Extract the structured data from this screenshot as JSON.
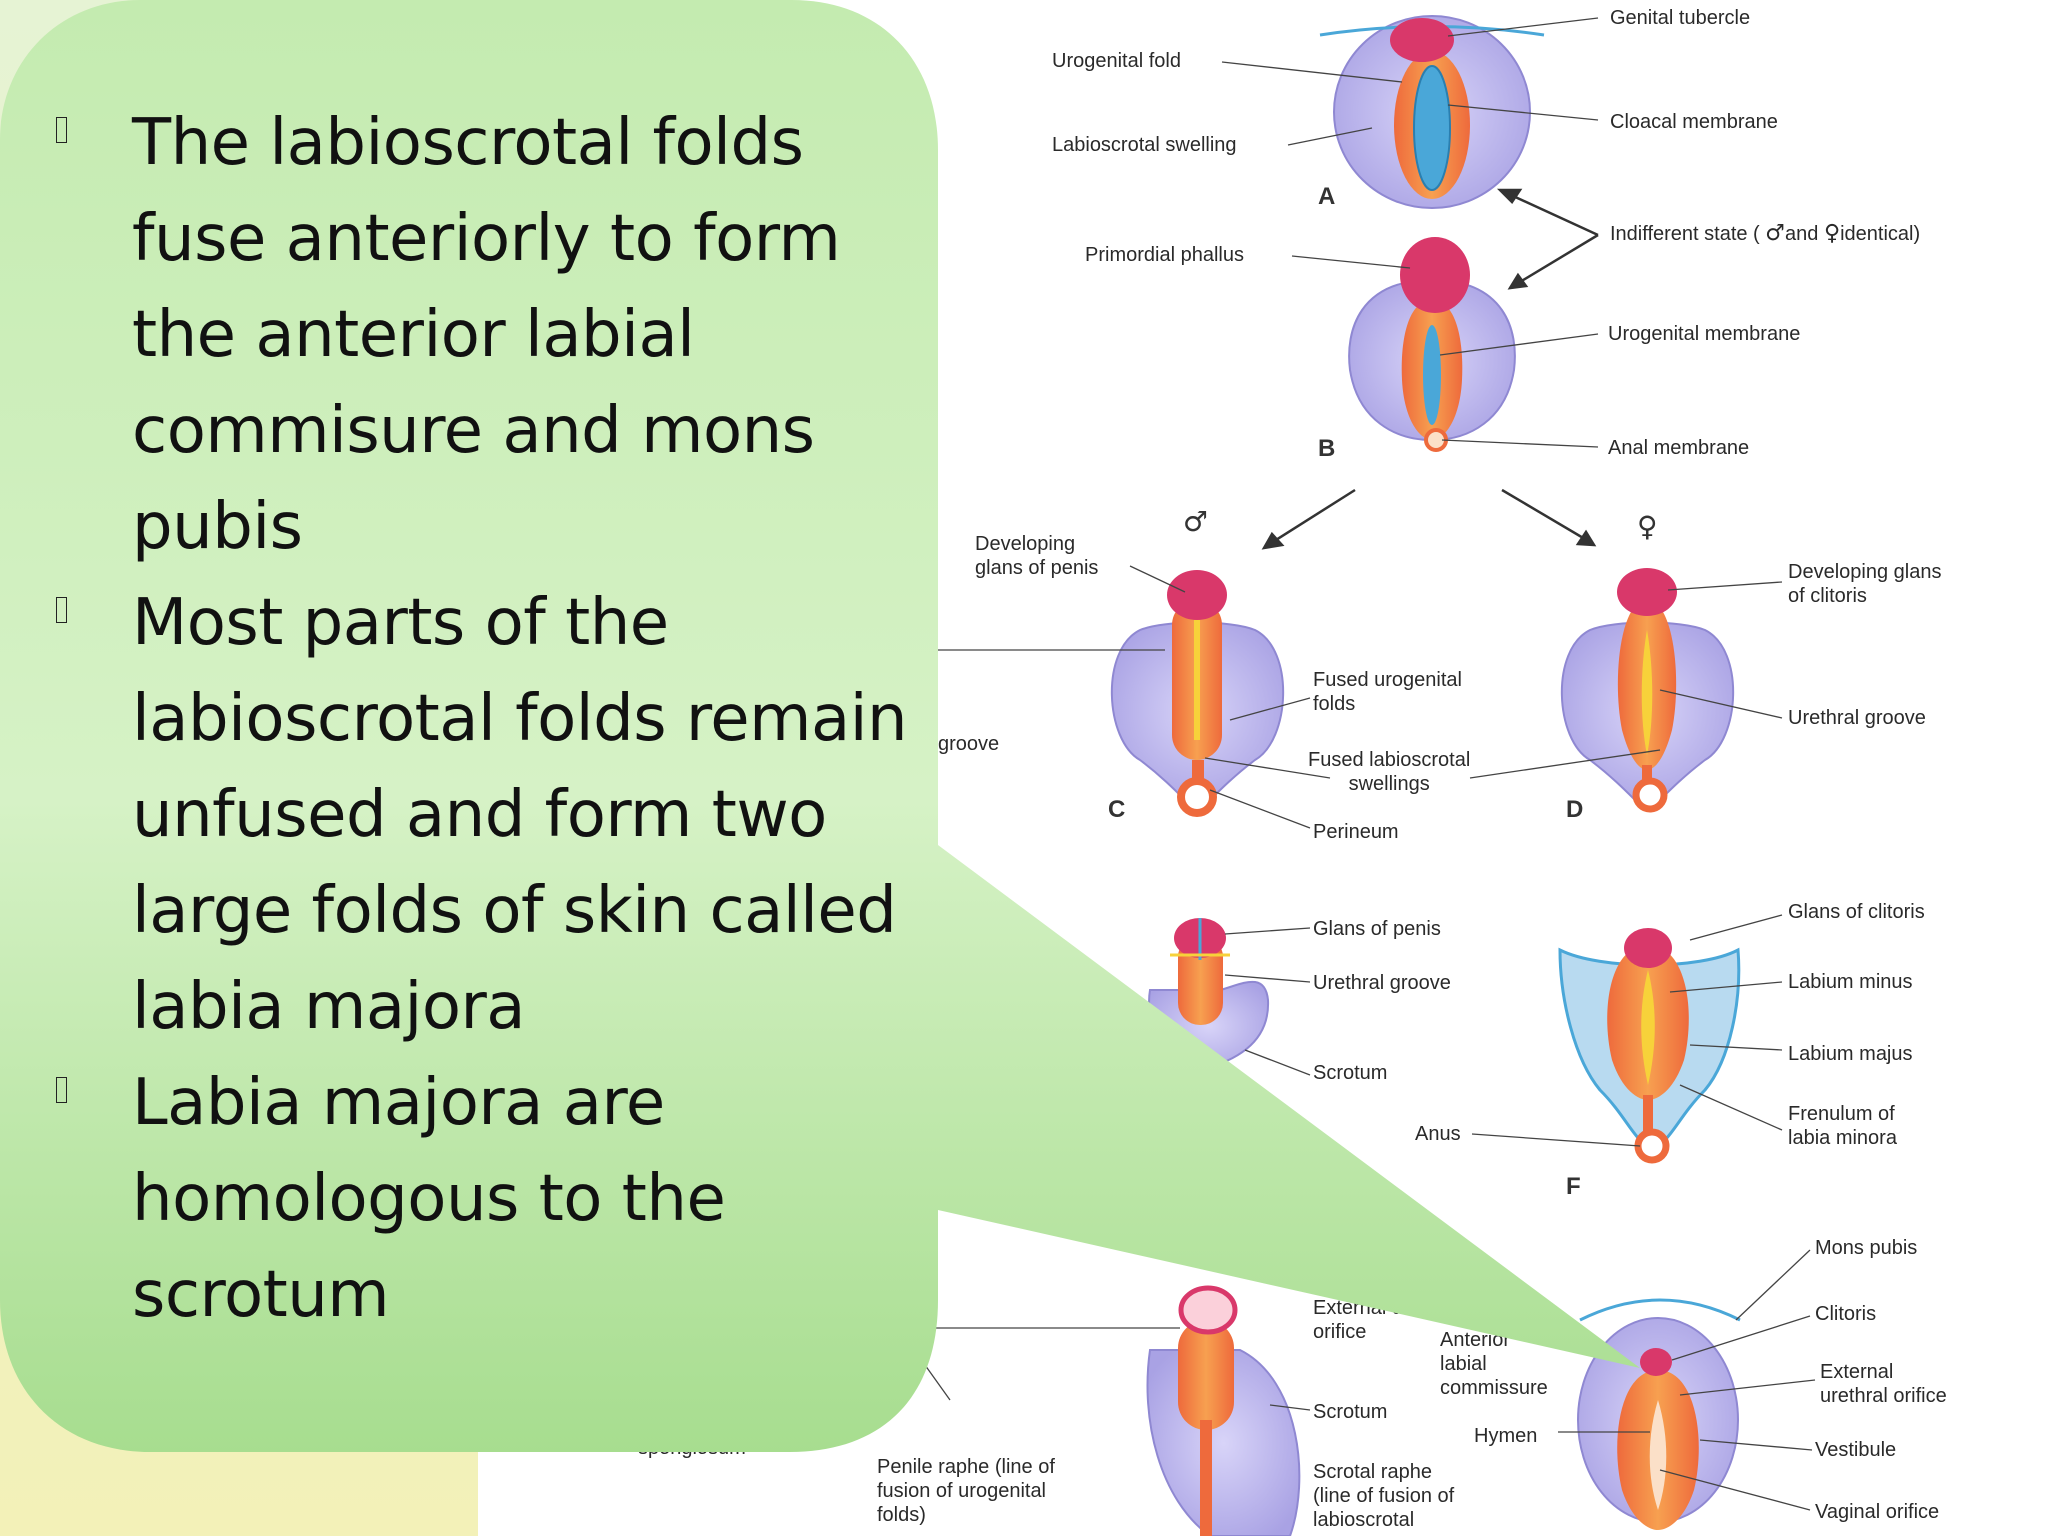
{
  "slide": {
    "bullets": [
      {
        "text": "The labioscrotal folds fuse anteriorly to form the anterior labial commisure and mons pubis"
      },
      {
        "text": "Most parts of the labioscrotal folds remain unfused and form two large folds of skin called labia majora"
      },
      {
        "text": "Labia majora are homologous to the scrotum"
      }
    ]
  },
  "diagram": {
    "labels": {
      "genital_tubercle": "Genital tubercle",
      "urogenital_fold": "Urogenital fold",
      "cloacal_membrane": "Cloacal membrane",
      "labioscrotal_swelling": "Labioscrotal swelling",
      "indifferent_state_a": "Indifferent state (",
      "indifferent_state_and": "and",
      "indifferent_state_b": "identical)",
      "primordial_phallus": "Primordial phallus",
      "urogenital_membrane": "Urogenital membrane",
      "anal_membrane": "Anal membrane",
      "developing_glans_penis": "Developing\nglans of penis",
      "developing_glans_clitoris": "Developing glans\nof clitoris",
      "groove_fragment": "groove",
      "fused_urogenital_folds": "Fused urogenital\nfolds",
      "urethral_groove_d": "Urethral groove",
      "fused_labioscrotal_swellings": "Fused labioscrotal\nswellings",
      "perineum": "Perineum",
      "glans_of_penis": "Glans of penis",
      "glans_of_clitoris": "Glans of clitoris",
      "urethral_groove_e": "Urethral groove",
      "labium_minus": "Labium minus",
      "labium_majus": "Labium majus",
      "scrotum_e": "Scrotum",
      "frenulum": "Frenulum of\nlabia minora",
      "anus": "Anus",
      "mons_pubis": "Mons pubis",
      "external_urethral_orifice_m": "External u\norifice",
      "clitoris": "Clitoris",
      "anterior_labial_commissure": "Anterior\nlabial\ncommissure",
      "external_urethral_orifice_f": "External\nurethral orifice",
      "scrotum_g": "Scrotum",
      "spongiosum_fragment": "spongiosum",
      "hymen": "Hymen",
      "vestibule": "Vestibule",
      "penile_raphe": "Penile raphe (line of\nfusion of urogenital\nfolds)",
      "scrotal_raphe": "Scrotal raphe\n(line of fusion of\nlabioscrotal",
      "vaginal_orifice": "Vaginal orifice"
    },
    "panels": {
      "a": "A",
      "b": "B",
      "c": "C",
      "d": "D",
      "f": "F"
    },
    "symbols": {
      "male": "♂",
      "female": "♀"
    }
  },
  "colors": {
    "bubble_top": "#c4ebb0",
    "bubble_bottom": "#a7dd8f",
    "left_gradient_top": "#e6f3d4",
    "left_gradient_bottom": "#f3f1b8",
    "swelling": "#b9b5ec",
    "fold": "#f08a4a",
    "glans": "#d9386a",
    "membrane": "#4aa7d8",
    "yellow": "#f7d23a"
  }
}
